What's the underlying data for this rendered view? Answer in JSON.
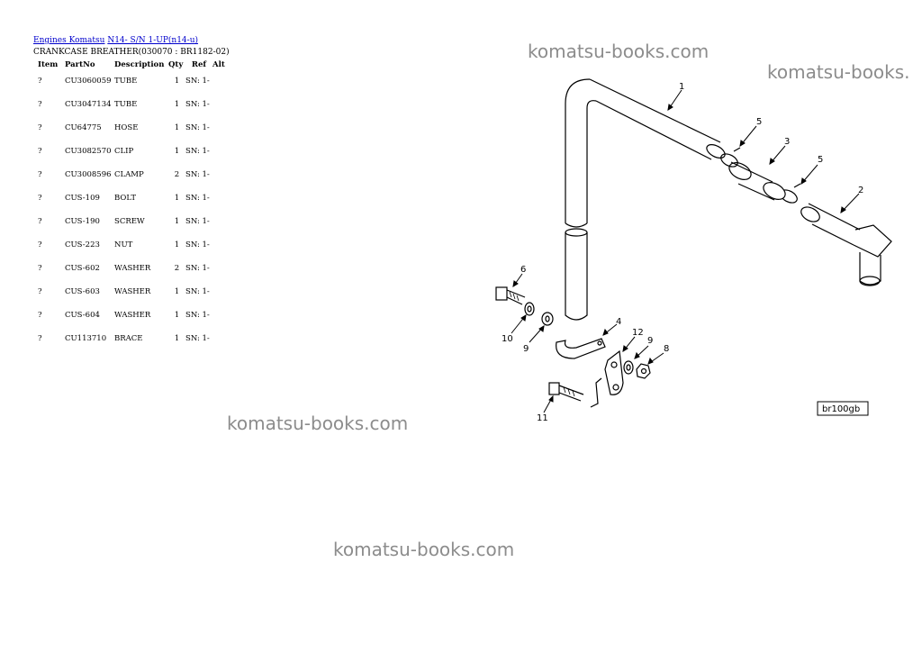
{
  "breadcrumb": {
    "link1": "Engines Komatsu",
    "link2": "N14- S/N 1-UP(n14-u)"
  },
  "subtitle": "CRANKCASE BREATHER(030070 : BR1182-02)",
  "table": {
    "headers": [
      "Item",
      "PartNo",
      "Description",
      "Qty",
      "Ref",
      "Alt"
    ],
    "rows": [
      {
        "item": "?",
        "part": "CU3060059",
        "desc": "TUBE",
        "qty": "1",
        "ref": "SN: 1-"
      },
      {
        "item": "?",
        "part": "CU3047134",
        "desc": "TUBE",
        "qty": "1",
        "ref": "SN: 1-"
      },
      {
        "item": "?",
        "part": "CU64775",
        "desc": "HOSE",
        "qty": "1",
        "ref": "SN: 1-"
      },
      {
        "item": "?",
        "part": "CU3082570",
        "desc": "CLIP",
        "qty": "1",
        "ref": "SN: 1-"
      },
      {
        "item": "?",
        "part": "CU3008596",
        "desc": "CLAMP",
        "qty": "2",
        "ref": "SN: 1-"
      },
      {
        "item": "?",
        "part": "CUS-109",
        "desc": "BOLT",
        "qty": "1",
        "ref": "SN: 1-"
      },
      {
        "item": "?",
        "part": "CUS-190",
        "desc": "SCREW",
        "qty": "1",
        "ref": "SN: 1-"
      },
      {
        "item": "?",
        "part": "CUS-223",
        "desc": "NUT",
        "qty": "1",
        "ref": "SN: 1-"
      },
      {
        "item": "?",
        "part": "CUS-602",
        "desc": "WASHER",
        "qty": "2",
        "ref": "SN: 1-"
      },
      {
        "item": "?",
        "part": "CUS-603",
        "desc": "WASHER",
        "qty": "1",
        "ref": "SN: 1-"
      },
      {
        "item": "?",
        "part": "CUS-604",
        "desc": "WASHER",
        "qty": "1",
        "ref": "SN: 1-"
      },
      {
        "item": "?",
        "part": "CU113710",
        "desc": "BRACE",
        "qty": "1",
        "ref": "SN: 1-"
      }
    ]
  },
  "watermarks": [
    "komatsu-books.com",
    "komatsu-books.",
    "komatsu-books.com",
    "komatsu-books.com"
  ],
  "diagram": {
    "callouts": [
      "1",
      "2",
      "3",
      "4",
      "5",
      "5",
      "6",
      "8",
      "9",
      "9",
      "10",
      "11",
      "12"
    ],
    "figure_code": "br100gb"
  },
  "colors": {
    "link": "#0000cc",
    "watermark": "#8c8c8c"
  }
}
